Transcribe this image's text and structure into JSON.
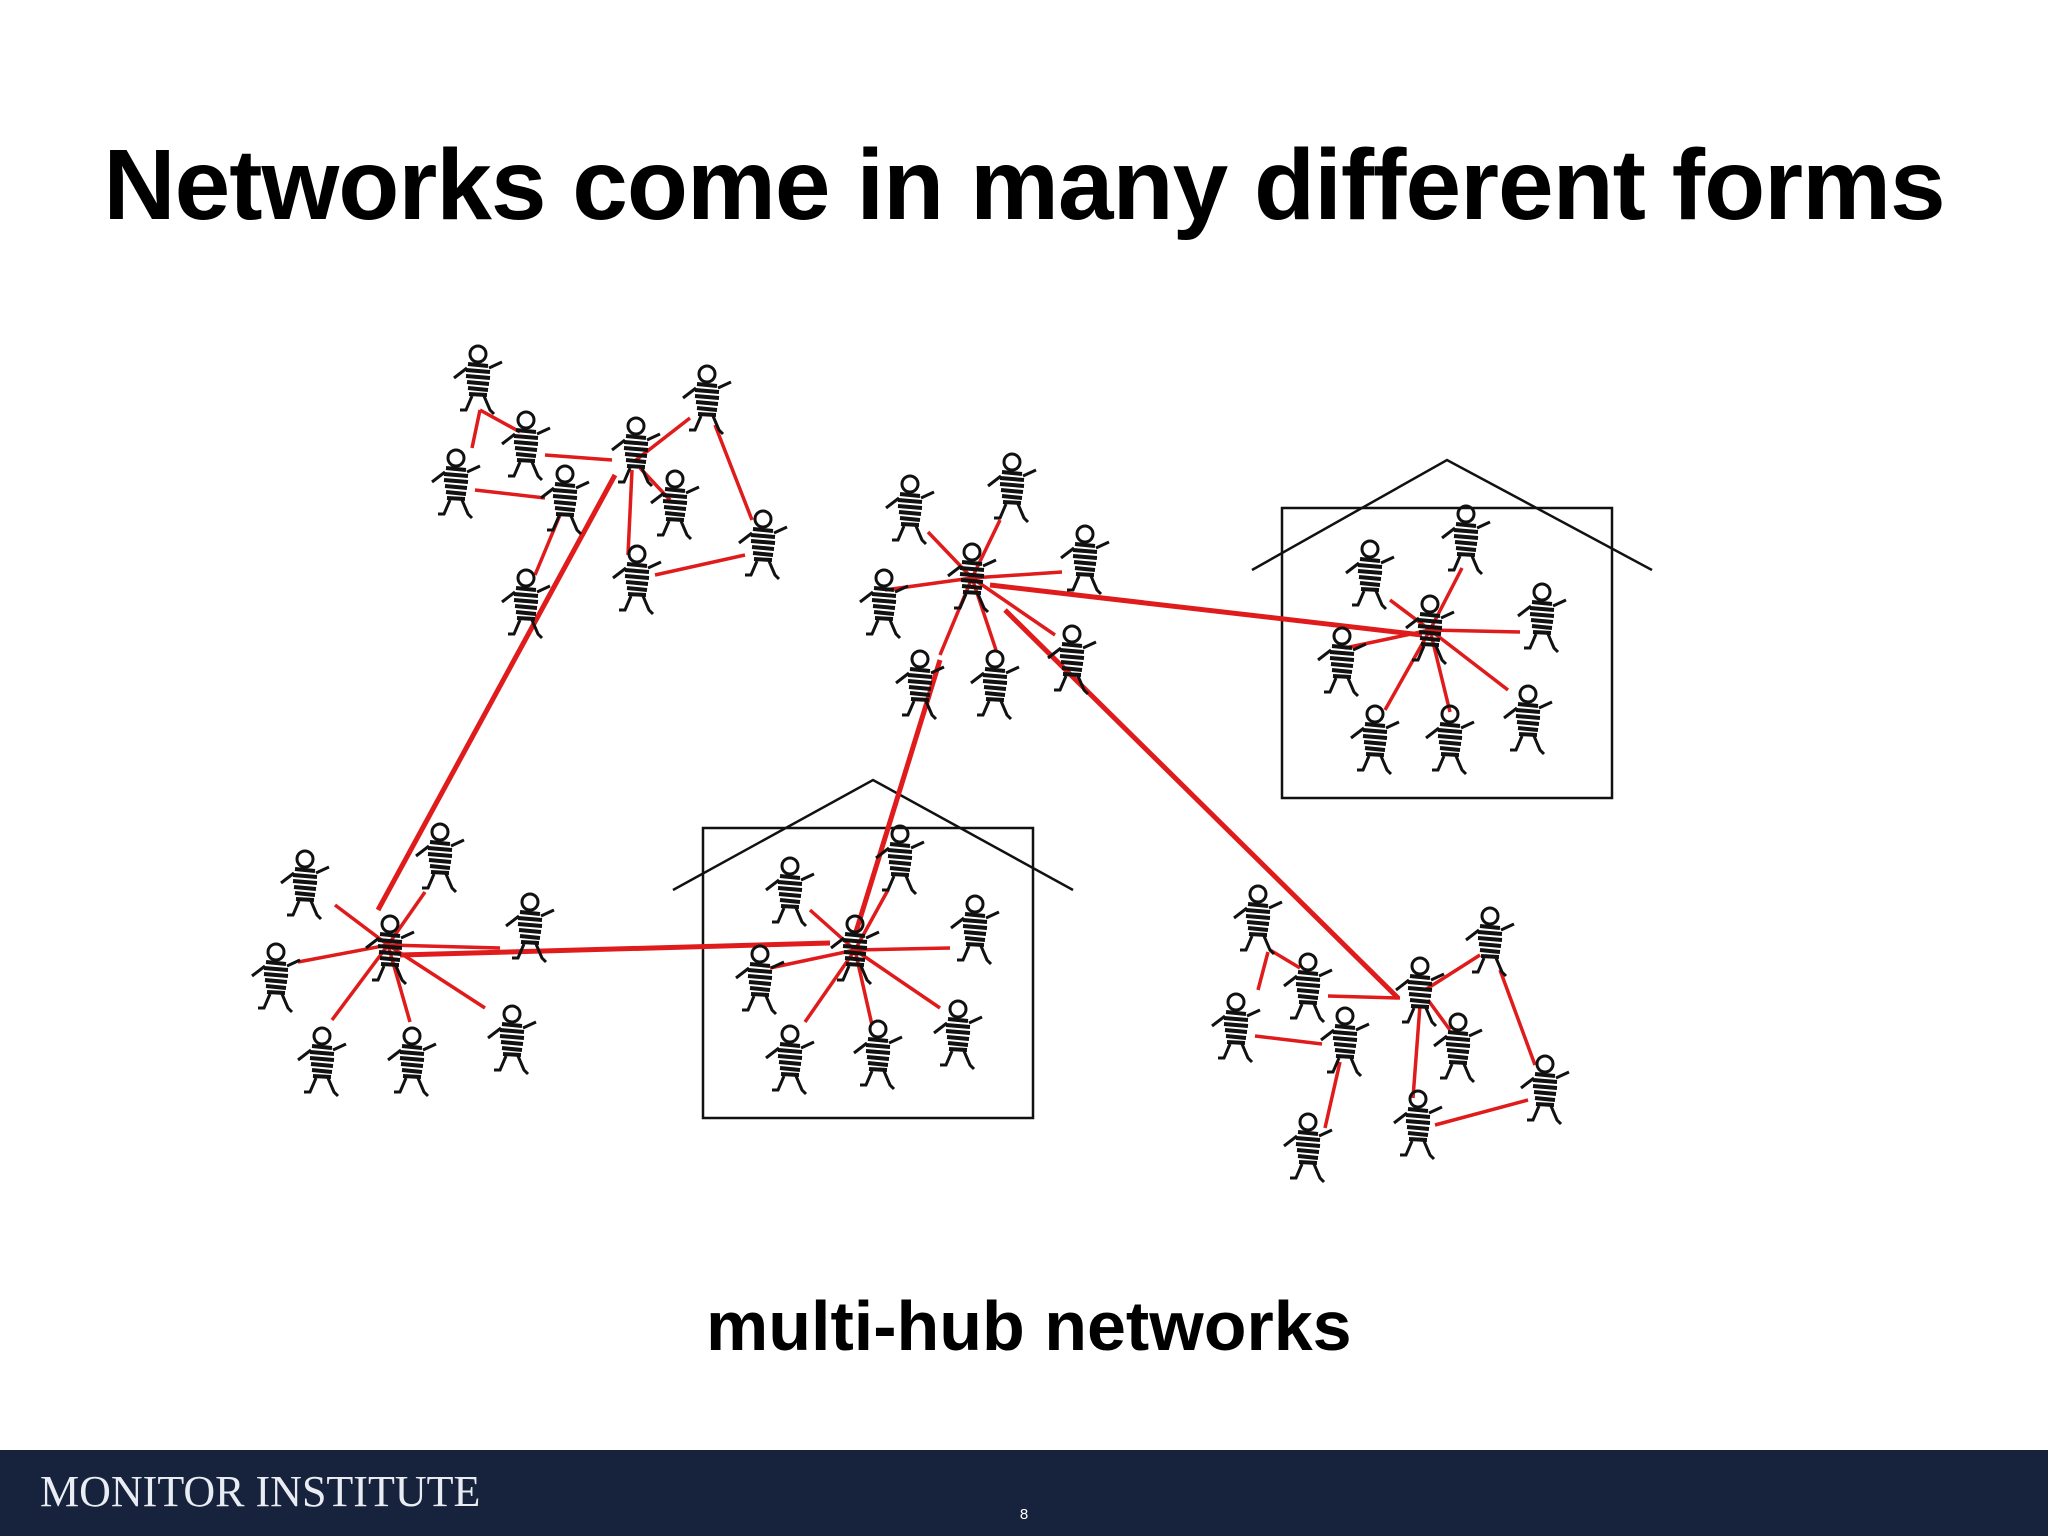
{
  "slide": {
    "title": "Networks come in many different forms",
    "caption": "multi-hub networks",
    "footer_logo": "MONITOR INSTITUTE",
    "page_number": "8"
  },
  "colors": {
    "link": "#e01b1b",
    "figure": "#111111",
    "footer_bg": "#17233d"
  }
}
